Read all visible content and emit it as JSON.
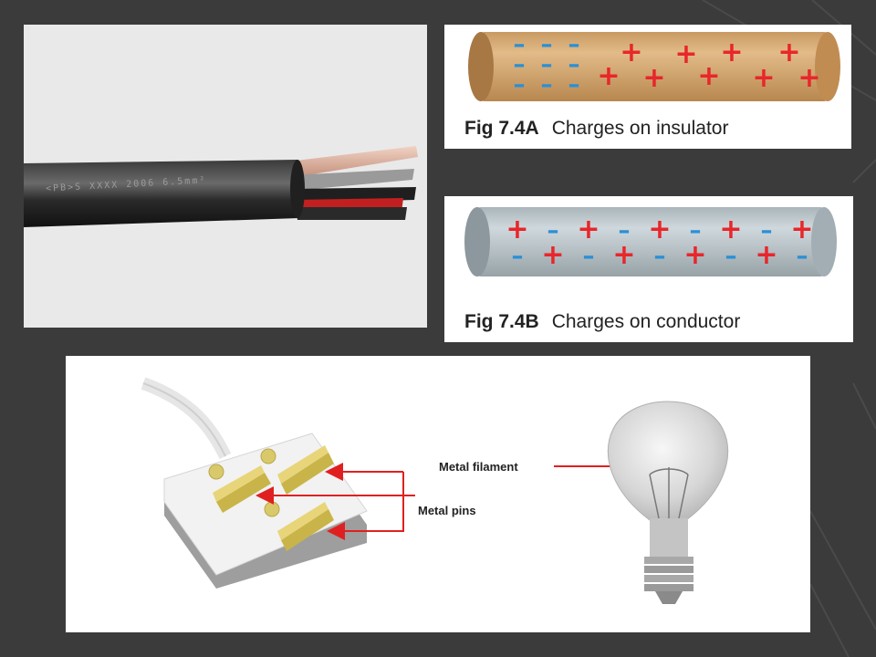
{
  "fig_a": {
    "caption_num": "Fig 7.4A",
    "caption_text": "Charges on insulator",
    "tube_color": "#d4a66f"
  },
  "fig_b": {
    "caption_num": "Fig 7.4B",
    "caption_text": "Charges on conductor",
    "tube_color": "#b8c4c9"
  },
  "plug_diagram": {
    "label_filament": "Metal filament",
    "label_pins": "Metal pins",
    "arrow_color": "#e02020"
  },
  "cable_photo": {
    "print_text": "<PB>S  XXXX  2006  6.5mm²"
  },
  "colors": {
    "plus": "#e8262b",
    "minus": "#2a8fd6",
    "background": "#3b3b3b"
  }
}
